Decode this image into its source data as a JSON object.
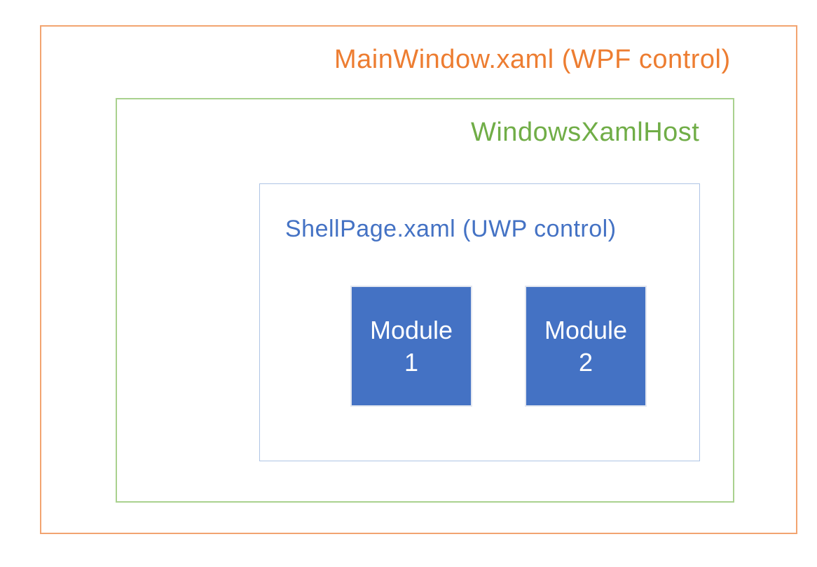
{
  "diagram": {
    "boxes": {
      "main_window": {
        "label": "MainWindow.xaml (WPF control)",
        "text_color": "#ED7D31",
        "border_color": "#F2A470"
      },
      "xaml_host": {
        "label": "WindowsXamlHost",
        "text_color": "#70AD47",
        "border_color": "#A9D18E"
      },
      "shell_page": {
        "label": "ShellPage.xaml (UWP control)",
        "text_color": "#4472C4",
        "border_color": "#AEC4E5"
      },
      "modules": [
        {
          "line1": "Module",
          "line2": "1",
          "fill_color": "#4472C4",
          "text_color": "#FFFFFF"
        },
        {
          "line1": "Module",
          "line2": "2",
          "fill_color": "#4472C4",
          "text_color": "#FFFFFF"
        }
      ]
    }
  }
}
